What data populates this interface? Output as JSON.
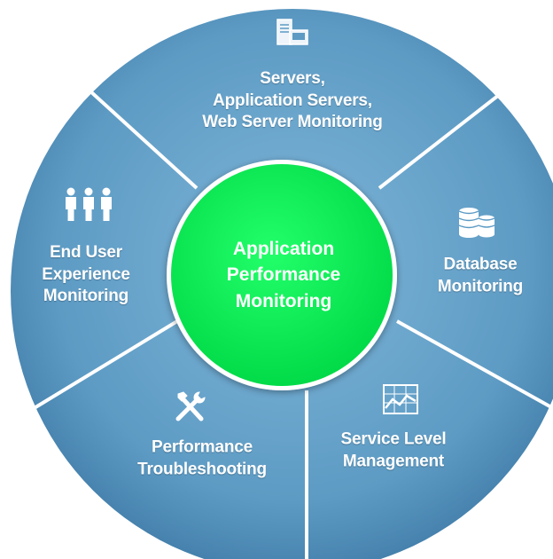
{
  "colors": {
    "segment": "#5d9bc4",
    "segment_dark": "#3e7aa6",
    "divider": "#ffffff",
    "center": "#00e64d",
    "text": "#ffffff"
  },
  "center": {
    "lines": [
      "Application",
      "Performance",
      "Monitoring"
    ]
  },
  "segments": [
    {
      "id": "servers",
      "icon": "server-icon",
      "lines": [
        "Servers,",
        "Application Servers,",
        "Web Server Monitoring"
      ]
    },
    {
      "id": "database",
      "icon": "database-icon",
      "lines": [
        "Database",
        "Monitoring"
      ]
    },
    {
      "id": "service-level",
      "icon": "chart-icon",
      "lines": [
        "Service Level",
        "Management"
      ]
    },
    {
      "id": "troubleshooting",
      "icon": "tools-icon",
      "lines": [
        "Performance",
        "Troubleshooting"
      ]
    },
    {
      "id": "end-user",
      "icon": "users-icon",
      "lines": [
        "End User",
        "Experience",
        "Monitoring"
      ]
    }
  ]
}
